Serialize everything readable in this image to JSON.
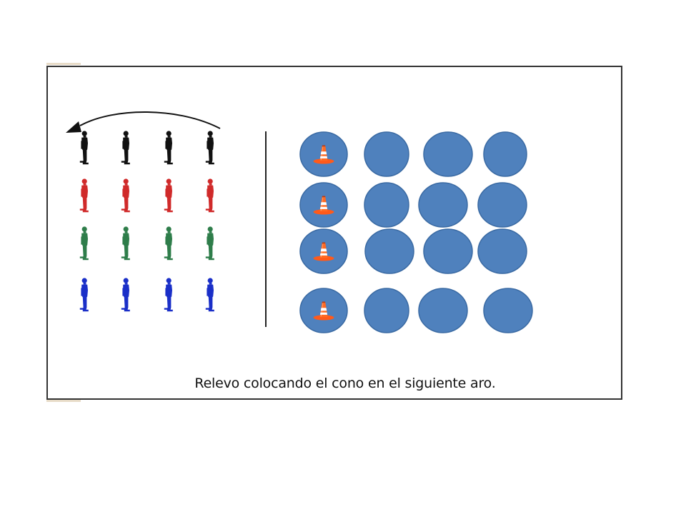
{
  "caption": "Relevo colocando el cono en el siguiente aro.",
  "colors": {
    "hoop_fill": "#4f81bd",
    "hoop_stroke": "#3a6aa3",
    "row1_players": "#111111",
    "row2_players": "#d02a2a",
    "row3_players": "#2e7d4a",
    "row4_players": "#1a2fc8",
    "cone": "#ff5a1a",
    "frame": "#333333"
  },
  "players": {
    "rows": 4,
    "per_row": 4,
    "row_colors": [
      "row1_players",
      "row2_players",
      "row3_players",
      "row4_players"
    ],
    "icon": "player-silhouette-icon"
  },
  "hoops": {
    "rows": 4,
    "per_row": 4,
    "cone_in_first_column": true,
    "icon": "traffic-cone-icon"
  },
  "arrow": {
    "icon": "curved-arrow-icon",
    "direction": "left"
  }
}
